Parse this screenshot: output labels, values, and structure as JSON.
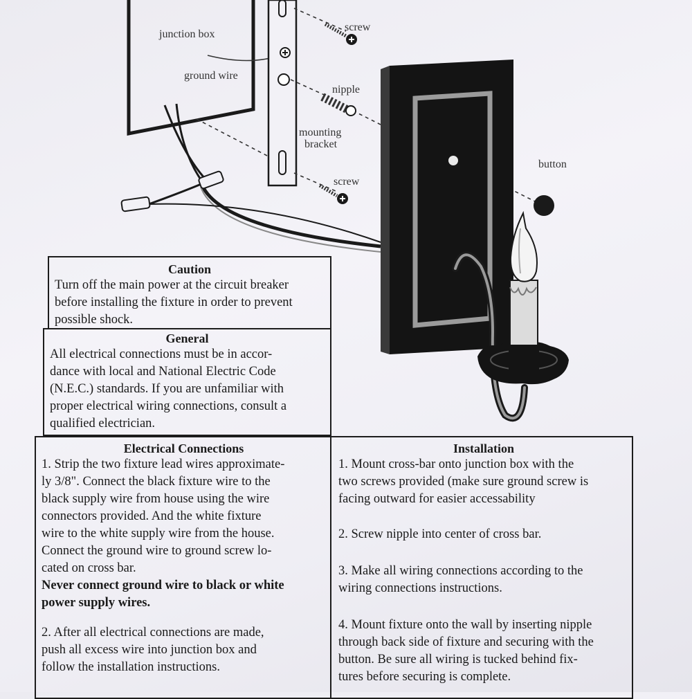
{
  "diagram": {
    "labels": {
      "junction_box": "junction box",
      "ground_wire": "ground wire",
      "screw_top": "screw",
      "nipple": "nipple",
      "mounting_bracket_line1": "mounting",
      "mounting_bracket_line2": "bracket",
      "screw_bottom": "screw",
      "button": "button"
    }
  },
  "caution": {
    "title": "Caution",
    "lines": [
      "Turn off the main power at the circuit breaker",
      "before installing the fixture in order to prevent",
      "possible shock."
    ]
  },
  "general": {
    "title": "General",
    "lines": [
      "All electrical connections must be in accor-",
      "dance with local and National Electric Code",
      "(N.E.C.) standards.  If you are unfamiliar with",
      "proper electrical wiring connections, consult a",
      "qualified electrician."
    ]
  },
  "electrical": {
    "title": "Electrical Connections",
    "step1_lines": [
      "1.  Strip the two fixture lead wires approximate-",
      "ly 3/8\".  Connect the black fixture wire to the",
      "black supply wire from house using the wire",
      "connectors provided.  And the white fixture",
      "wire to the white supply wire from the house.",
      "Connect the ground wire to ground screw lo-",
      "cated on cross bar."
    ],
    "warning_lines": [
      "Never connect ground wire to black or white",
      "power supply wires."
    ],
    "step2_lines": [
      "2. After all electrical connections are made,",
      "push all excess wire into junction box and",
      "follow the installation instructions."
    ]
  },
  "installation": {
    "title": "Installation",
    "step1_lines": [
      "1. Mount cross-bar onto junction box with the",
      "two screws provided (make sure ground screw is",
      "facing outward for easier accessability"
    ],
    "step2_lines": [
      "2. Screw nipple into center of cross bar."
    ],
    "step3_lines": [
      "3. Make all wiring connections according to the",
      "wiring connections instructions."
    ],
    "step4_lines": [
      "4. Mount fixture onto the wall by inserting nipple",
      "through back side of fixture and securing with the",
      "button.  Be sure all wiring is tucked behind fix-",
      "tures before securing is complete."
    ]
  }
}
